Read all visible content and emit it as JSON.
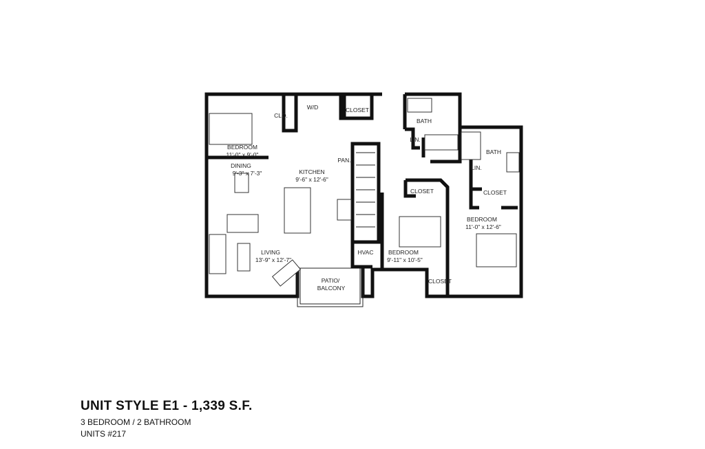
{
  "plan": {
    "rooms": {
      "bedroom1": {
        "name": "BEDROOM",
        "size": "11'-0\" x 9'-0\""
      },
      "closet_small": {
        "name": "CLO."
      },
      "wd": {
        "name": "W/D"
      },
      "closet_entry": {
        "name": "CLOSET"
      },
      "dining": {
        "name": "DINING",
        "size": "9'-3\" x 7'-3\""
      },
      "kitchen": {
        "name": "KITCHEN",
        "size": "9'-6\" x 12'-6\""
      },
      "pantry": {
        "name": "PAN."
      },
      "living": {
        "name": "LIVING",
        "size": "13'-9\" x 12'-7\""
      },
      "hvac": {
        "name": "HVAC"
      },
      "patio": {
        "name": "PATIO/",
        "name2": "BALCONY"
      },
      "bath1": {
        "name": "BATH"
      },
      "linen1": {
        "name": "LIN."
      },
      "bath2": {
        "name": "BATH"
      },
      "linen2": {
        "name": "LIN."
      },
      "closet_master": {
        "name": "CLOSET"
      },
      "bedroom2": {
        "name": "BEDROOM",
        "size": "9'-11\" x 10'-5\""
      },
      "closet_bed2": {
        "name": "CLOSET"
      },
      "bedroom3": {
        "name": "BEDROOM",
        "size": "11'-0\" x 12'-6\""
      },
      "closet_bed3": {
        "name": "CLOSET"
      }
    }
  },
  "info": {
    "title": "UNIT STYLE E1 - 1,339 S.F.",
    "bed_bath": "3 BEDROOM / 2 BATHROOM",
    "units": "UNITS #217"
  }
}
